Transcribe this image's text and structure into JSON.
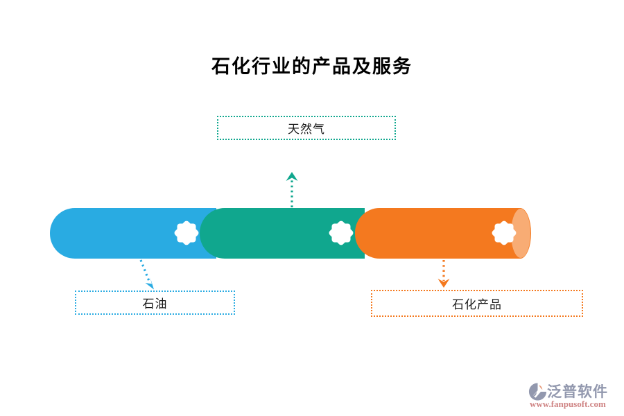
{
  "title": "石化行业的产品及服务",
  "nodes": {
    "natural_gas": {
      "label": "天然气",
      "accent_color": "#10a78e"
    },
    "oil": {
      "label": "石油",
      "accent_color": "#29abe2"
    },
    "petrochemical": {
      "label": "石化产品",
      "accent_color": "#f4791f"
    }
  },
  "pipeline": {
    "segments": [
      {
        "name": "oil-segment",
        "color": "#29abe2",
        "icon": "eight-point-star"
      },
      {
        "name": "natural-gas-segment",
        "color": "#10a78e",
        "icon": "eight-point-star"
      },
      {
        "name": "petrochemical-segment",
        "color": "#f4791f",
        "icon": "eight-point-star"
      }
    ],
    "end_cap_color": "#f8ac74",
    "star_color": "#ffffff"
  },
  "watermark": {
    "brand": "泛普软件",
    "url": "www.fanpusoft.com",
    "brand_color": "#9298ae",
    "url_color": "#cf8484"
  }
}
